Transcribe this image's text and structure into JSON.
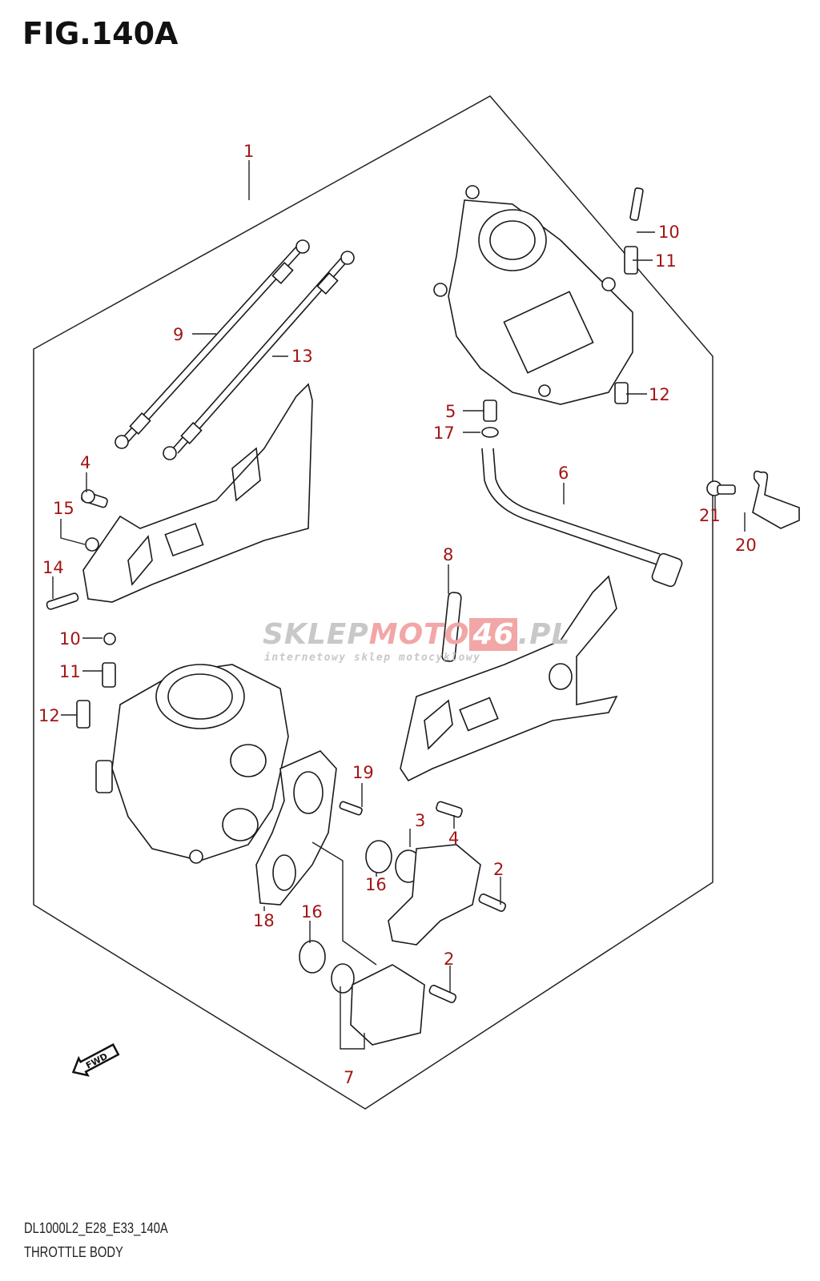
{
  "figure": {
    "title": "FIG.140A",
    "code": "DL1000L2_E28_E33_140A",
    "name": "THROTTLE BODY",
    "label_color": "#a31515"
  },
  "watermark": {
    "part1": "SKLEP",
    "part2": "MOTO",
    "part3": "46",
    "part4": ".PL",
    "tagline": "internetowy sklep motocyklowy"
  },
  "fwd_arrow": {
    "label": "FWD"
  },
  "callouts": [
    {
      "id": "1",
      "label": "1"
    },
    {
      "id": "2a",
      "label": "2"
    },
    {
      "id": "2b",
      "label": "2"
    },
    {
      "id": "3",
      "label": "3"
    },
    {
      "id": "4a",
      "label": "4"
    },
    {
      "id": "4b",
      "label": "4"
    },
    {
      "id": "5",
      "label": "5"
    },
    {
      "id": "6",
      "label": "6"
    },
    {
      "id": "7",
      "label": "7"
    },
    {
      "id": "8",
      "label": "8"
    },
    {
      "id": "9",
      "label": "9"
    },
    {
      "id": "10a",
      "label": "10"
    },
    {
      "id": "10b",
      "label": "10"
    },
    {
      "id": "11a",
      "label": "11"
    },
    {
      "id": "11b",
      "label": "11"
    },
    {
      "id": "12a",
      "label": "12"
    },
    {
      "id": "12b",
      "label": "12"
    },
    {
      "id": "13",
      "label": "13"
    },
    {
      "id": "14",
      "label": "14"
    },
    {
      "id": "15",
      "label": "15"
    },
    {
      "id": "16a",
      "label": "16"
    },
    {
      "id": "16b",
      "label": "16"
    },
    {
      "id": "17",
      "label": "17"
    },
    {
      "id": "18",
      "label": "18"
    },
    {
      "id": "19",
      "label": "19"
    },
    {
      "id": "20",
      "label": "20"
    },
    {
      "id": "21",
      "label": "21"
    }
  ]
}
